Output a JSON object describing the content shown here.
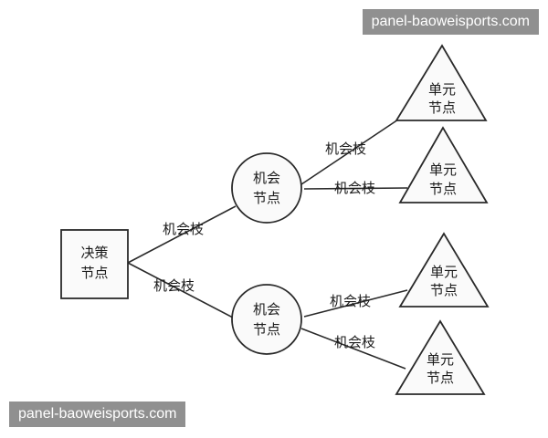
{
  "watermarks": {
    "top": "panel-baoweisports.com",
    "bottom": "panel-baoweisports.com"
  },
  "nodes": {
    "decision": {
      "line1": "决策",
      "line2": "节点"
    },
    "chance_top": {
      "line1": "机会",
      "line2": "节点"
    },
    "chance_bottom": {
      "line1": "机会",
      "line2": "节点"
    },
    "terminal_1": {
      "line1": "单元",
      "line2": "节点"
    },
    "terminal_2": {
      "line1": "单元",
      "line2": "节点"
    },
    "terminal_3": {
      "line1": "单元",
      "line2": "节点"
    },
    "terminal_4": {
      "line1": "单元",
      "line2": "节点"
    }
  },
  "branches": {
    "decision_to_chance_top": "机会枝",
    "decision_to_chance_bottom": "机会枝",
    "chance_top_to_terminal_1": "机会枝",
    "chance_top_to_terminal_2": "机会枝",
    "chance_bottom_to_terminal_3": "机会枝",
    "chance_bottom_to_terminal_4": "机会枝"
  }
}
